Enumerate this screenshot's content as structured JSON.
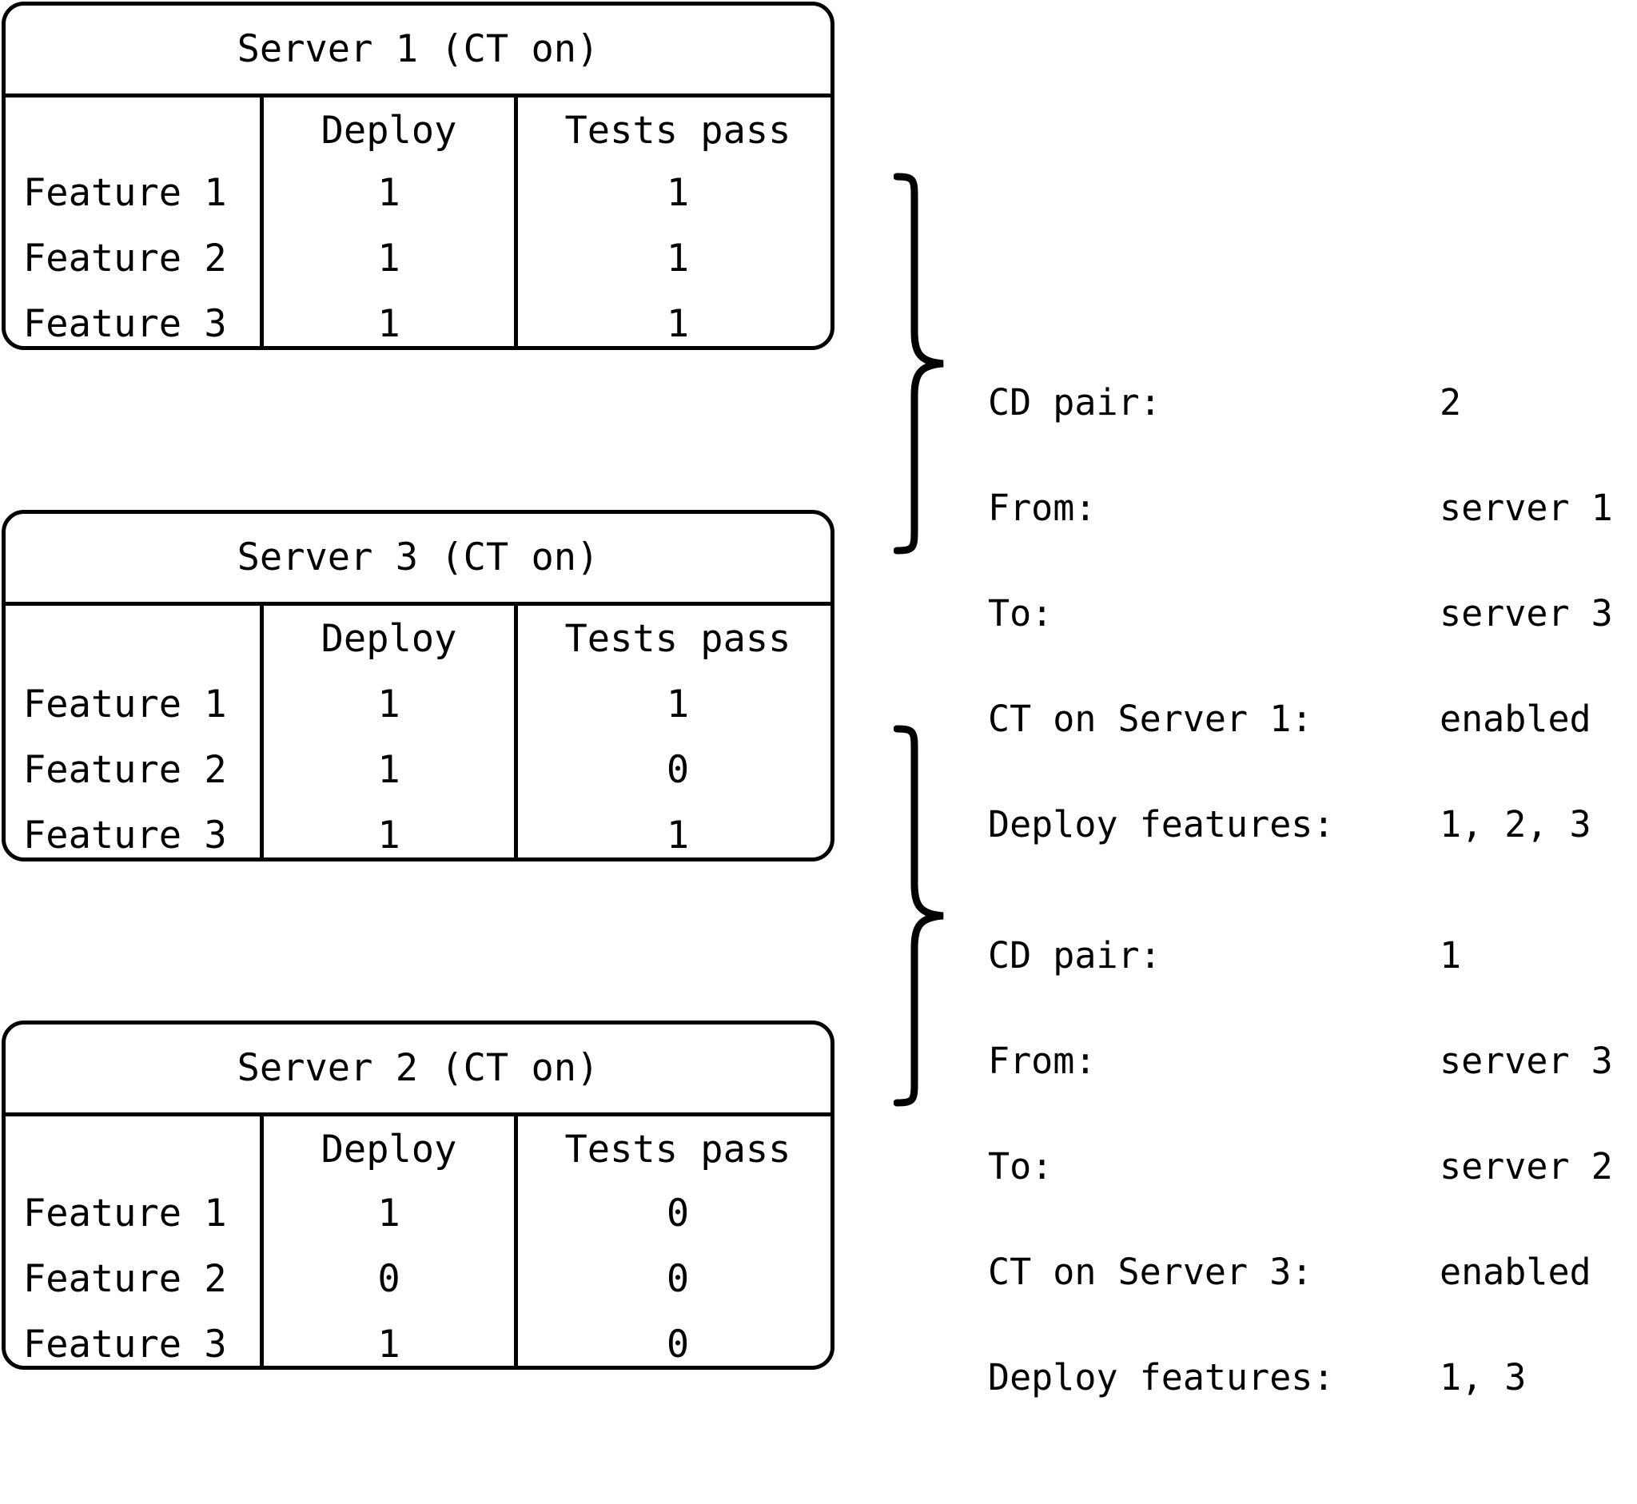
{
  "diagram": {
    "columns": [
      "",
      "Deploy",
      "Tests pass"
    ],
    "servers": [
      {
        "title": "Server 1 (CT on)",
        "col_deploy": "Deploy",
        "col_tests": "Tests pass",
        "rows": [
          {
            "feature": "Feature 1",
            "deploy": "1",
            "tests_pass": "1"
          },
          {
            "feature": "Feature 2",
            "deploy": "1",
            "tests_pass": "1"
          },
          {
            "feature": "Feature 3",
            "deploy": "1",
            "tests_pass": "1"
          }
        ]
      },
      {
        "title": "Server 3 (CT on)",
        "col_deploy": "Deploy",
        "col_tests": "Tests pass",
        "rows": [
          {
            "feature": "Feature 1",
            "deploy": "1",
            "tests_pass": "1"
          },
          {
            "feature": "Feature 2",
            "deploy": "1",
            "tests_pass": "0"
          },
          {
            "feature": "Feature 3",
            "deploy": "1",
            "tests_pass": "1"
          }
        ]
      },
      {
        "title": "Server 2 (CT on)",
        "col_deploy": "Deploy",
        "col_tests": "Tests pass",
        "rows": [
          {
            "feature": "Feature 1",
            "deploy": "1",
            "tests_pass": "0"
          },
          {
            "feature": "Feature 2",
            "deploy": "0",
            "tests_pass": "0"
          },
          {
            "feature": "Feature 3",
            "deploy": "1",
            "tests_pass": "0"
          }
        ]
      }
    ],
    "cd_pairs": [
      {
        "lines": [
          {
            "label": "CD pair:",
            "value": "2"
          },
          {
            "label": "From:",
            "value": "server 1"
          },
          {
            "label": "To:",
            "value": "server 3"
          },
          {
            "label": "CT on Server 1:",
            "value": "enabled"
          },
          {
            "label": "Deploy features:",
            "value": "1, 2, 3"
          }
        ]
      },
      {
        "lines": [
          {
            "label": "CD pair:",
            "value": "1"
          },
          {
            "label": "From:",
            "value": "server 3"
          },
          {
            "label": "To:",
            "value": "server 2"
          },
          {
            "label": "CT on Server 3:",
            "value": "enabled"
          },
          {
            "label": "Deploy features:",
            "value": "1, 3"
          }
        ]
      }
    ],
    "colors": {
      "stroke": "#000000",
      "background": "#ffffff",
      "text": "#000000"
    }
  }
}
